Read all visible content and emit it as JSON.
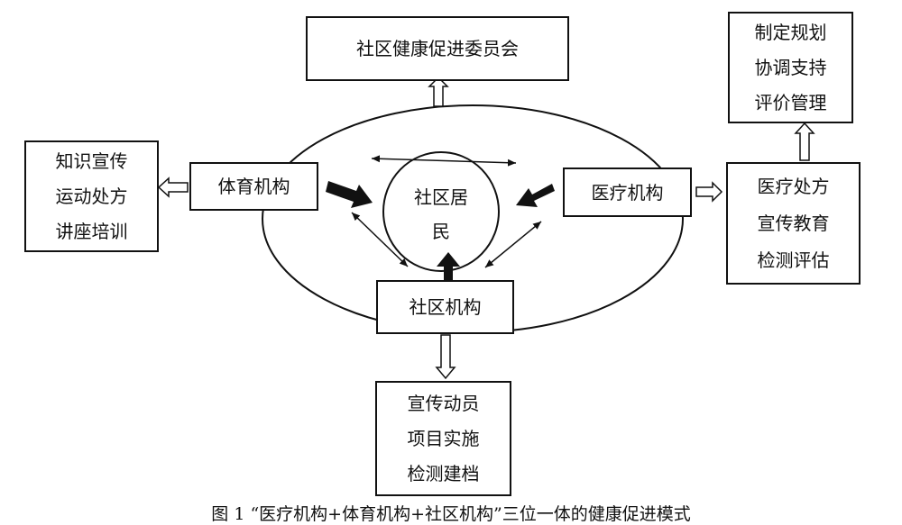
{
  "committee": {
    "label": "社区健康促进委员会"
  },
  "planning": {
    "lines": [
      "制定规划",
      "协调支持",
      "评价管理"
    ]
  },
  "sports_org": {
    "label": "体育机构"
  },
  "sports_services": {
    "lines": [
      "知识宣传",
      "运动处方",
      "讲座培训"
    ]
  },
  "residents": {
    "lines": [
      "社区居",
      "民"
    ]
  },
  "medical_org": {
    "label": "医疗机构"
  },
  "medical_services": {
    "lines": [
      "医疗处方",
      "宣传教育",
      "检测评估"
    ]
  },
  "community_org": {
    "label": "社区机构"
  },
  "community_services": {
    "lines": [
      "宣传动员",
      "项目实施",
      "检测建档"
    ]
  },
  "caption": "图 1  “医疗机构+体育机构+社区机构”三位一体的健康促进模式"
}
